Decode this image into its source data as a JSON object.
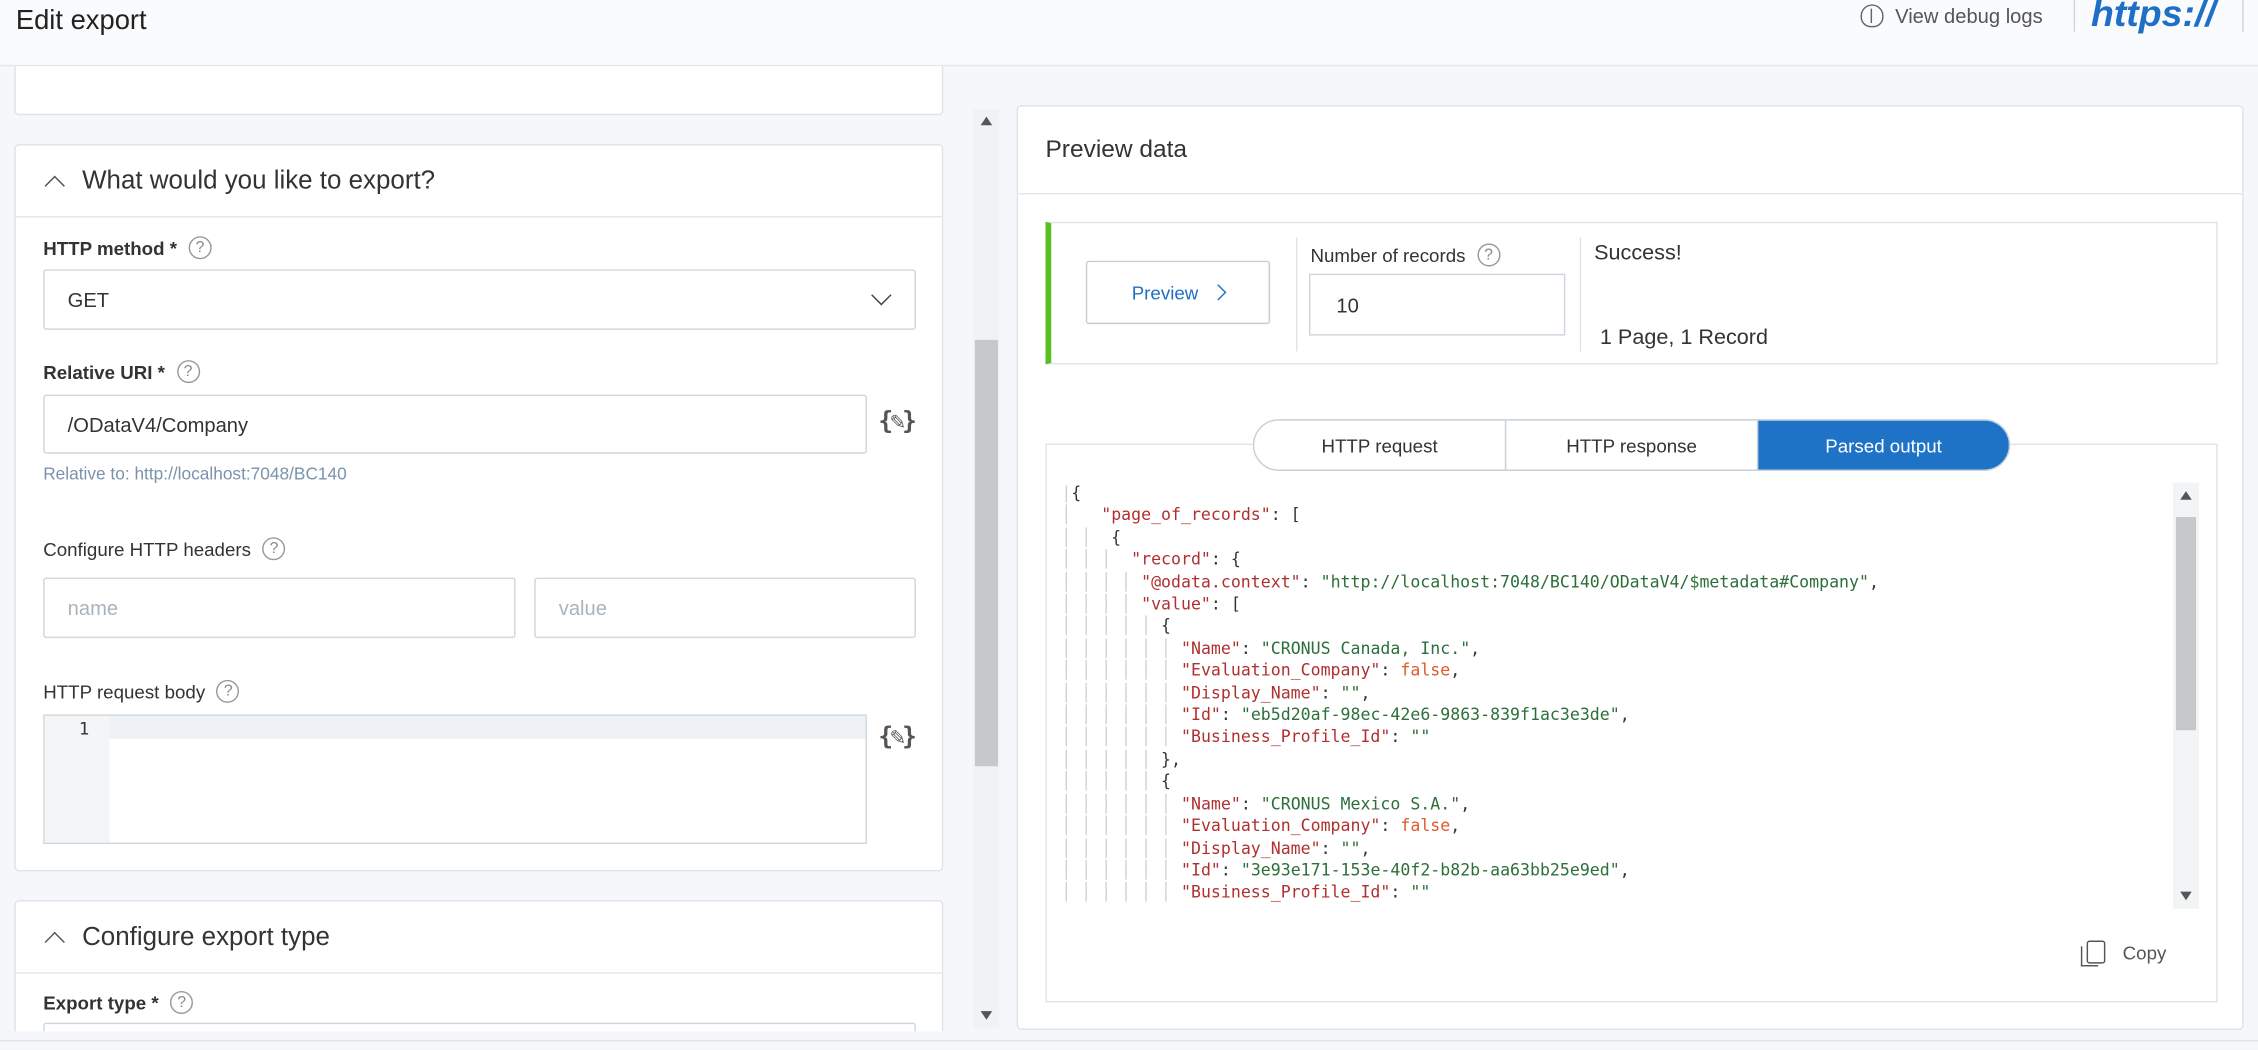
{
  "header": {
    "title": "Edit export",
    "debug_logs": "View debug logs",
    "logo_text": "https://"
  },
  "what_export": {
    "title": "What would you like to export?",
    "http_method_label": "HTTP method *",
    "http_method_value": "GET",
    "relative_uri_label": "Relative URI *",
    "relative_uri_value": "/ODataV4/Company",
    "relative_hint": "Relative to: http://localhost:7048/BC140",
    "headers_label": "Configure HTTP headers",
    "header_name_placeholder": "name",
    "header_value_placeholder": "value",
    "body_label": "HTTP request body",
    "body_line_number": "1"
  },
  "export_type": {
    "title": "Configure export type",
    "label": "Export type *"
  },
  "preview": {
    "title": "Preview data",
    "button": "Preview",
    "records_label": "Number of records",
    "records_value": "10",
    "status": "Success!",
    "summary": "1 Page, 1 Record",
    "tabs": [
      "HTTP request",
      "HTTP response",
      "Parsed output"
    ],
    "active_tab": "Parsed output",
    "copy": "Copy"
  },
  "colors": {
    "accent": "#1f73c7",
    "success": "#5bbf21"
  }
}
